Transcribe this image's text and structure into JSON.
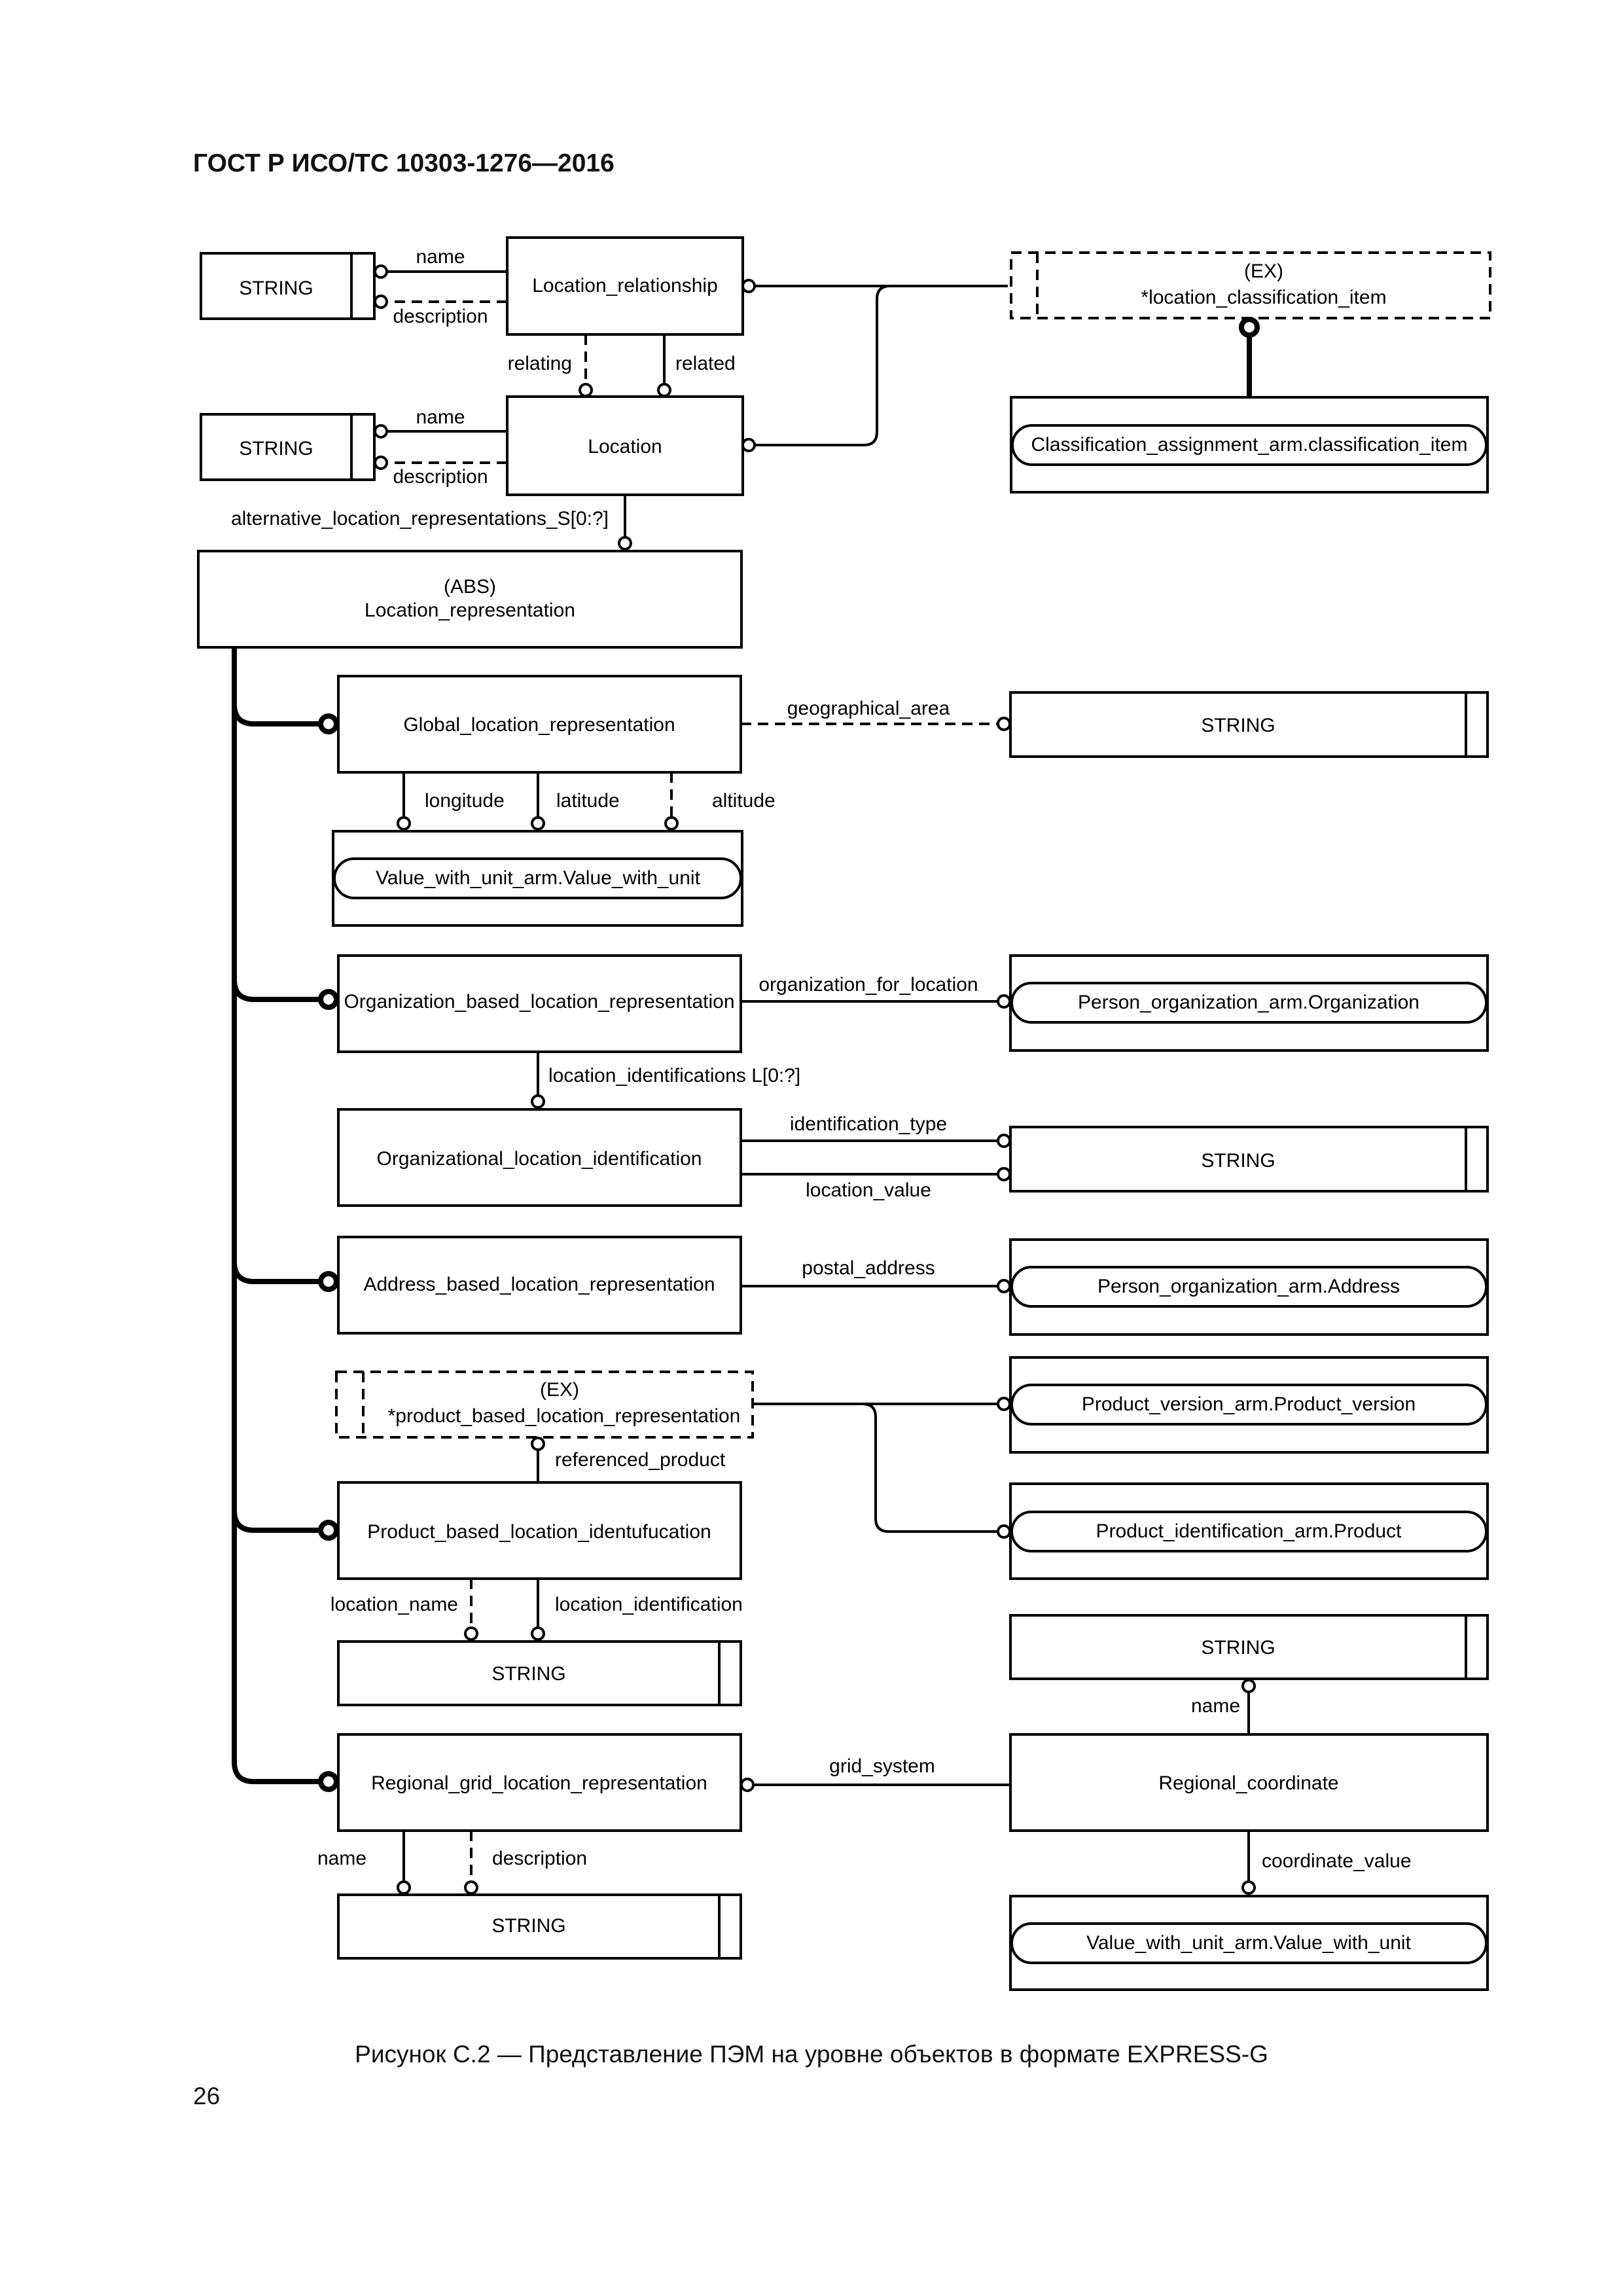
{
  "header": {
    "doc_title": "ГОСТ Р ИСО/ТС 10303-1276—2016"
  },
  "caption": "Рисунок С.2 — Представление ПЭМ на уровне объектов в формате EXPRESS-G",
  "page_number": "26",
  "entities": {
    "location_relationship": "Location_relationship",
    "location": "Location",
    "location_representation_abs": "(ABS)",
    "location_representation": "Location_representation",
    "global_location_representation": "Global_location_representation",
    "organization_based_location_representation": "Organization_based_location_representation",
    "organizational_location_identification": "Organizational_location_identification",
    "address_based_location_representation": "Address_based_location_representation",
    "product_based_location_identufucation": "Product_based_location_identufucation",
    "regional_grid_location_representation": "Regional_grid_location_representation",
    "regional_coordinate": "Regional_coordinate"
  },
  "ext_entities": {
    "ex_tag": "(EX)",
    "location_classification_item": "*location_classification_item",
    "product_based_location_representation": "*product_based_location_representation"
  },
  "types": {
    "string": "STRING"
  },
  "external_refs": {
    "classification_item": "Classification_assignment_arm.classification_item",
    "value_with_unit": "Value_with_unit_arm.Value_with_unit",
    "organization": "Person_organization_arm.Organization",
    "address": "Person_organization_arm.Address",
    "product_version": "Product_version_arm.Product_version",
    "product": "Product_identification_arm.Product"
  },
  "attributes": {
    "name": "name",
    "description": "description",
    "relating": "relating",
    "related": "related",
    "alternative_location_representations": "alternative_location_representations_S[0:?]",
    "geographical_area": "geographical_area",
    "longitude": "longitude",
    "latitude": "latitude",
    "altitude": "altitude",
    "organization_for_location": "organization_for_location",
    "location_identifications": "location_identifications L[0:?]",
    "identification_type": "identification_type",
    "location_value": "location_value",
    "postal_address": "postal_address",
    "referenced_product": "referenced_product",
    "location_name": "location_name",
    "location_identification": "location_identification",
    "grid_system": "grid_system",
    "coordinate_value": "coordinate_value"
  }
}
